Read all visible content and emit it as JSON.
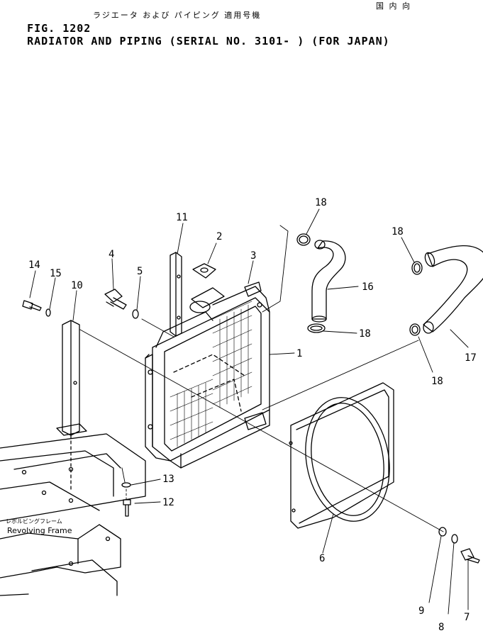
{
  "header": {
    "japanese_title": "ラジエータ および パイピング 適用号機",
    "japanese_country": "国 内 向",
    "fig_number": "FIG. 1202",
    "title": "RADIATOR AND PIPING (SERIAL NO. 3101- ) (FOR JAPAN)"
  },
  "frame_label": {
    "japanese": "レボルビングフレーム",
    "english": "Revolving Frame"
  },
  "callouts": [
    "1",
    "2",
    "3",
    "4",
    "5",
    "6",
    "7",
    "8",
    "9",
    "10",
    "11",
    "12",
    "13",
    "14",
    "15",
    "16",
    "17",
    "18"
  ],
  "extra_callouts": [
    "18",
    "18",
    "18"
  ]
}
